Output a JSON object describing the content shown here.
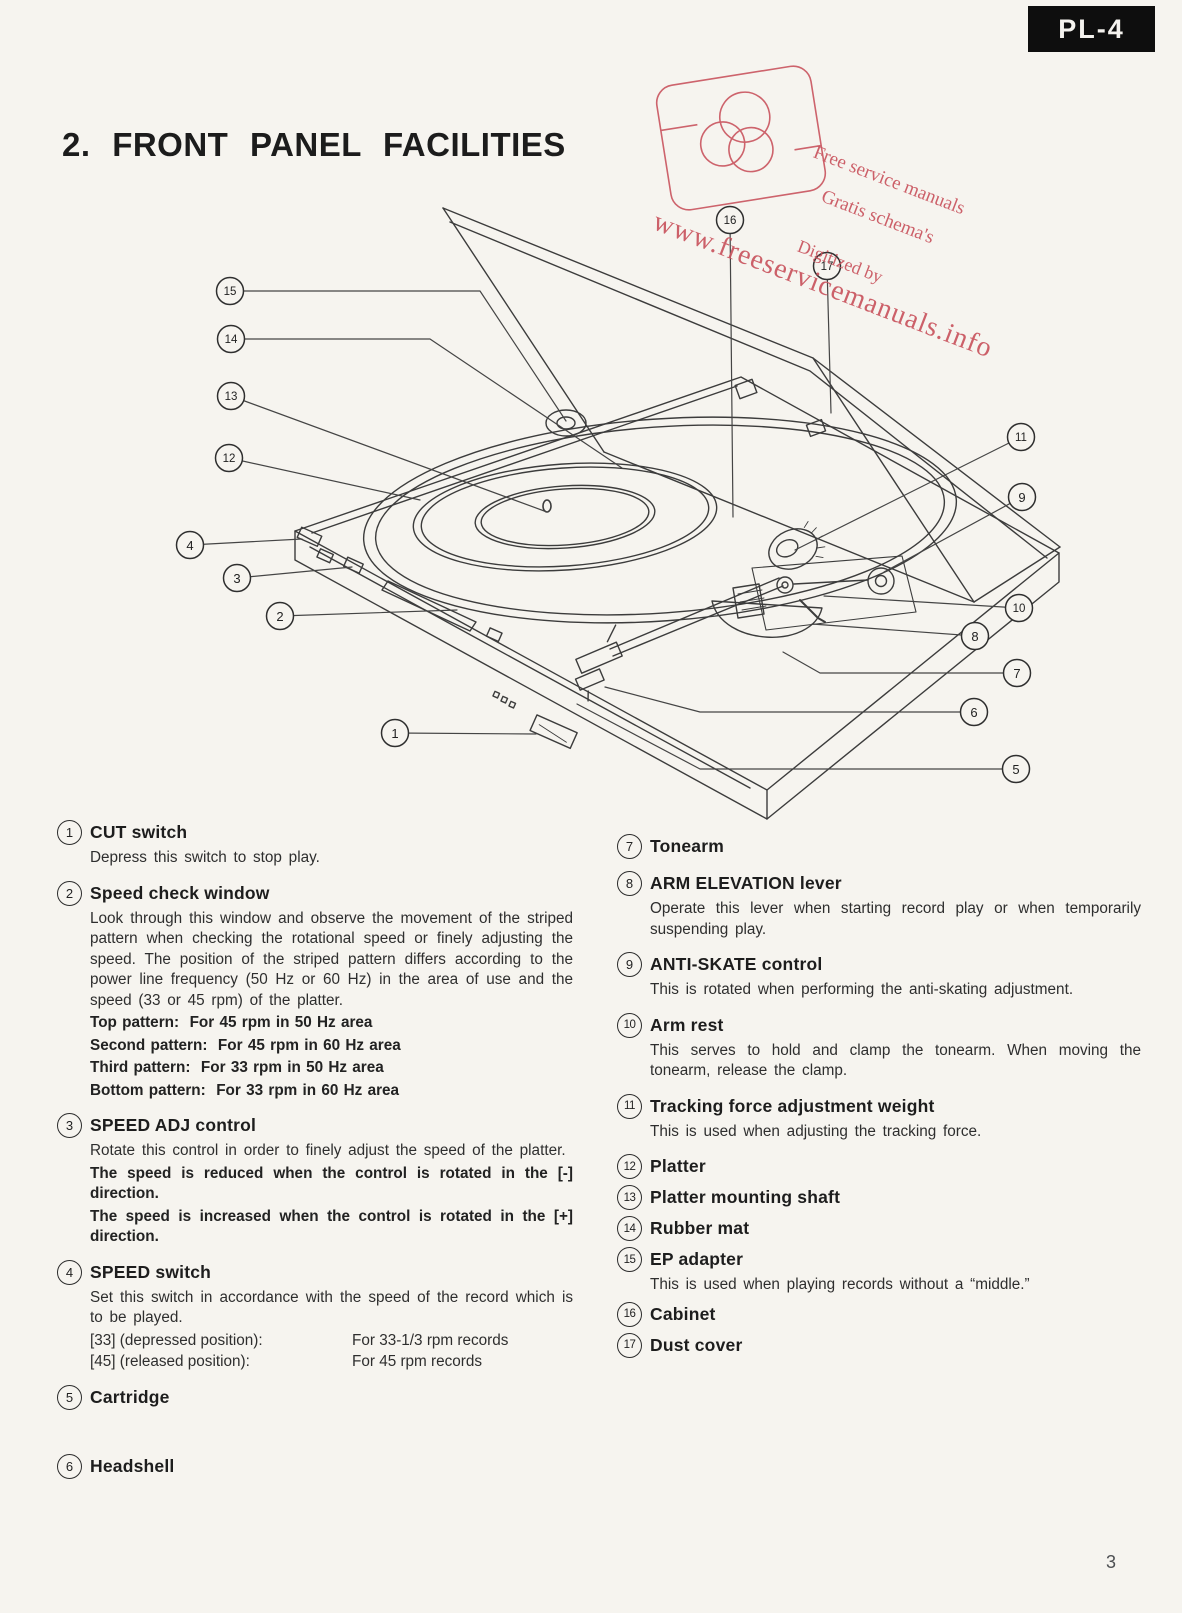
{
  "page": {
    "badge": "PL-4",
    "title": "2. FRONT PANEL FACILITIES",
    "page_number": "3"
  },
  "colors": {
    "paper": "#f6f4ef",
    "ink": "#2a2a2a",
    "line": "#3c3c3c",
    "badge_bg": "#0e0e0e",
    "watermark_red": "#c9545e"
  },
  "watermark": {
    "line1": "Free service manuals",
    "line2": "Gratis schema's",
    "line3": "Digitized by",
    "url": "www.freeservicemanuals.info",
    "logo": "overlapping-circles-logo"
  },
  "diagram": {
    "description": "Exploded isometric line drawing of PL-4 turntable with open dust cover and numbered callouts",
    "callouts": [
      "1",
      "2",
      "3",
      "4",
      "5",
      "6",
      "7",
      "8",
      "9",
      "10",
      "11",
      "12",
      "13",
      "14",
      "15",
      "16",
      "17"
    ]
  },
  "sections": {
    "left": [
      {
        "num": "1",
        "title": "CUT switch",
        "body": [
          {
            "t": "Depress this switch to stop play."
          }
        ]
      },
      {
        "num": "2",
        "title": "Speed check window",
        "body": [
          {
            "t": "Look through this window and observe the movement of the striped pattern when checking the rotational speed or finely adjusting the speed. The position of the striped pattern differs according to the power line frequency (50 Hz or 60 Hz) in the area of use and the speed (33 or 45 rpm) of the platter."
          },
          {
            "t": "Top pattern:  For 45 rpm in 50 Hz area"
          },
          {
            "t": "Second pattern:  For 45 rpm in 60 Hz area"
          },
          {
            "t": "Third pattern:  For 33 rpm in 50 Hz area"
          },
          {
            "t": "Bottom pattern:  For 33 rpm in 60 Hz area"
          }
        ]
      },
      {
        "num": "3",
        "title": "SPEED ADJ control",
        "body": [
          {
            "t": "Rotate this control in order to finely adjust the speed of the platter."
          },
          {
            "t": "The speed is reduced when the control is rotated in the [-] direction."
          },
          {
            "t": "The speed is increased when the control is rotated in the [+] direction."
          }
        ]
      },
      {
        "num": "4",
        "title": "SPEED switch",
        "body": [
          {
            "t": "Set this switch in accordance with the speed of the record which is to be played."
          }
        ],
        "rows": [
          {
            "label": "[33] (depressed position):",
            "value": "For 33-1/3 rpm records"
          },
          {
            "label": "[45] (released position):",
            "value": "For 45 rpm records"
          }
        ]
      },
      {
        "num": "5",
        "title": "Cartridge",
        "body": []
      },
      {
        "num": "6",
        "title": "Headshell",
        "body": []
      }
    ],
    "right": [
      {
        "num": "7",
        "title": "Tonearm",
        "body": []
      },
      {
        "num": "8",
        "title": "ARM ELEVATION lever",
        "body": [
          {
            "t": "Operate this lever when starting record play or when temporarily suspending play."
          }
        ]
      },
      {
        "num": "9",
        "title": "ANTI-SKATE control",
        "body": [
          {
            "t": "This is rotated when performing the anti-skating adjustment."
          }
        ]
      },
      {
        "num": "10",
        "title": "Arm rest",
        "body": [
          {
            "t": "This serves to hold and clamp the tonearm. When moving the tonearm, release the clamp."
          }
        ]
      },
      {
        "num": "11",
        "title": "Tracking force adjustment weight",
        "body": [
          {
            "t": "This is used when adjusting the tracking force."
          }
        ]
      },
      {
        "num": "12",
        "title": "Platter",
        "body": []
      },
      {
        "num": "13",
        "title": "Platter mounting shaft",
        "body": []
      },
      {
        "num": "14",
        "title": "Rubber mat",
        "body": []
      },
      {
        "num": "15",
        "title": "EP adapter",
        "body": [
          {
            "t": "This is used when playing records without a “middle.”"
          }
        ]
      },
      {
        "num": "16",
        "title": "Cabinet",
        "body": []
      },
      {
        "num": "17",
        "title": "Dust cover",
        "body": []
      }
    ]
  }
}
